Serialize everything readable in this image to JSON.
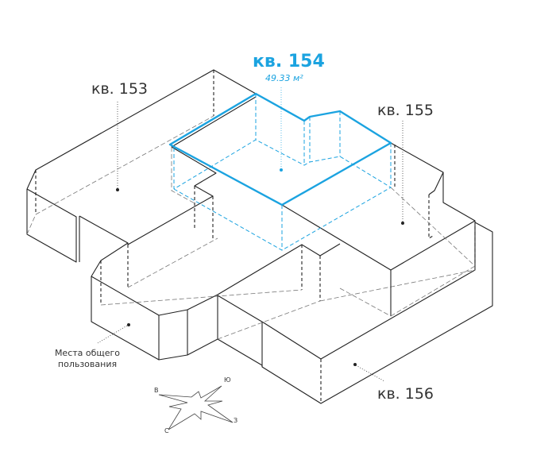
{
  "plan": {
    "highlight_color": "#1ba3e0",
    "line_color": "#222222",
    "apartments": [
      {
        "id": "153",
        "label": "кв. 153"
      },
      {
        "id": "154",
        "label": "кв. 154",
        "area": "49.33 м²",
        "highlighted": true
      },
      {
        "id": "155",
        "label": "кв. 155"
      },
      {
        "id": "156",
        "label": "кв. 156"
      }
    ],
    "common_area": {
      "label_line1": "Места общего",
      "label_line2": "пользования"
    },
    "compass": {
      "north": "С",
      "south": "Ю",
      "east": "В",
      "west": "З"
    }
  }
}
